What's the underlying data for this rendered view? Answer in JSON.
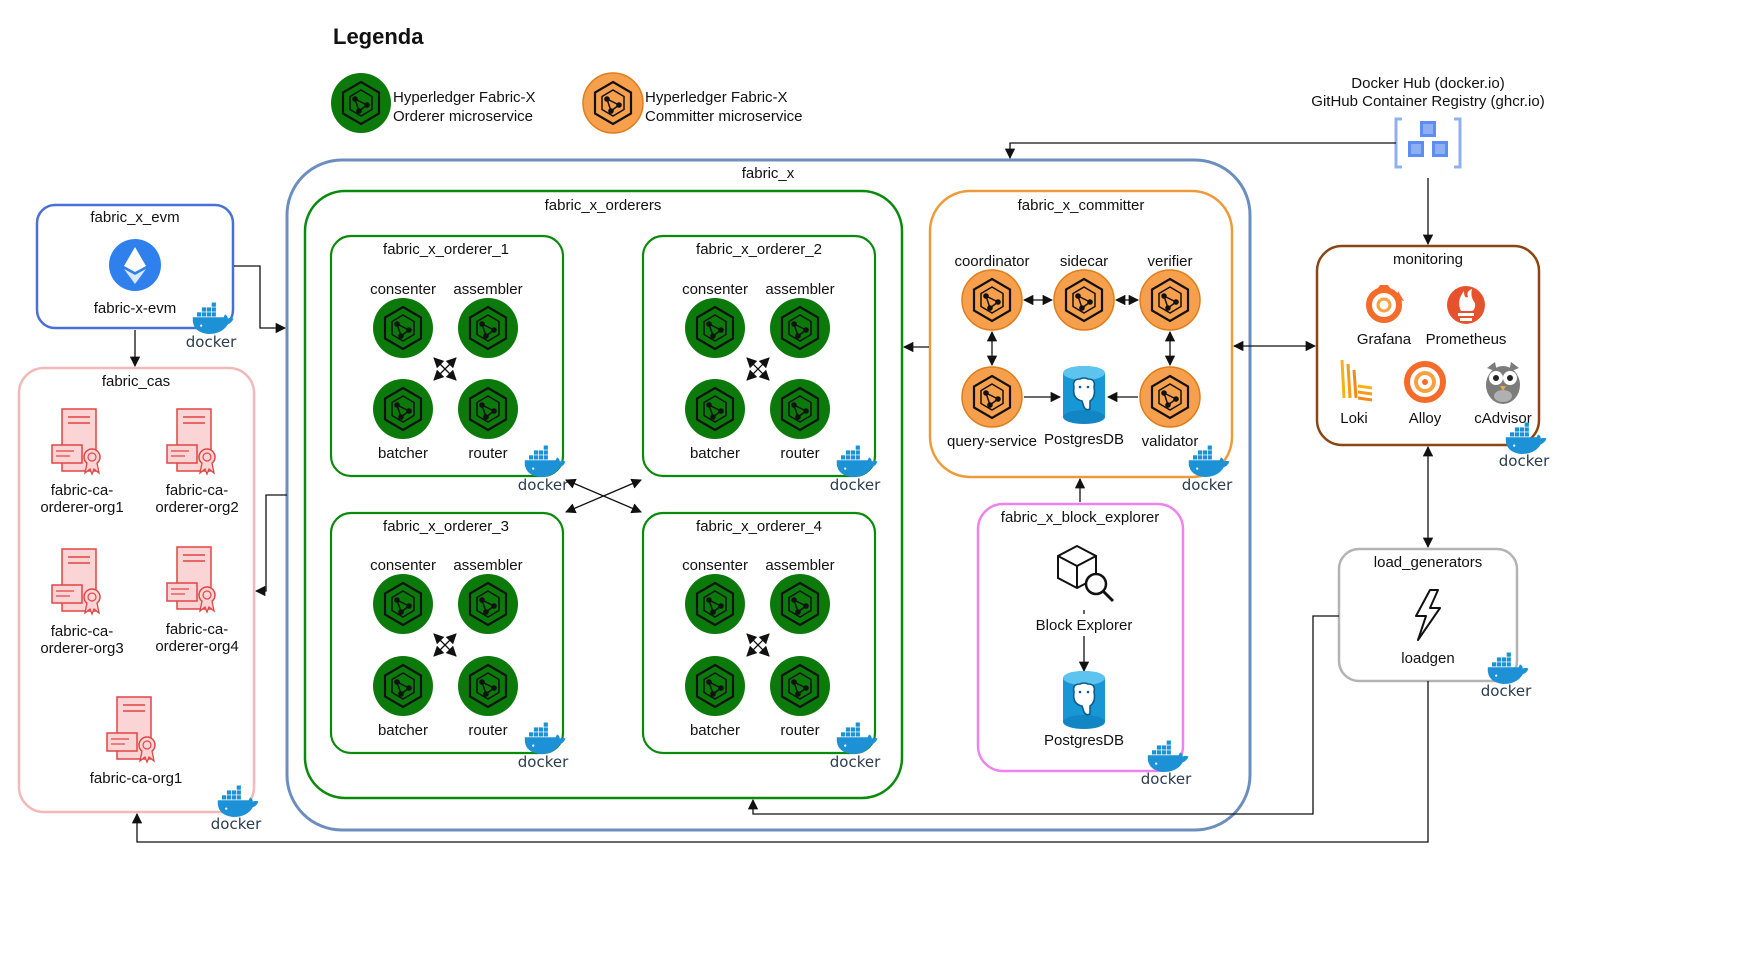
{
  "legend": {
    "title": "Legenda",
    "orderer_line1": "Hyperledger Fabric-X",
    "orderer_line2": "Orderer microservice",
    "committer_line1": "Hyperledger Fabric-X",
    "committer_line2": "Committer microservice"
  },
  "registry": {
    "line1": "Docker Hub (docker.io)",
    "line2": "GitHub Container Registry (ghcr.io)"
  },
  "docker_label": "docker",
  "fabric_x": {
    "title": "fabric_x"
  },
  "orderers": {
    "title": "fabric_x_orderers",
    "groups": [
      {
        "title": "fabric_x_orderer_1"
      },
      {
        "title": "fabric_x_orderer_2"
      },
      {
        "title": "fabric_x_orderer_3"
      },
      {
        "title": "fabric_x_orderer_4"
      }
    ],
    "consenter": "consenter",
    "assembler": "assembler",
    "batcher": "batcher",
    "router": "router"
  },
  "committer": {
    "title": "fabric_x_committer",
    "coordinator": "coordinator",
    "sidecar": "sidecar",
    "verifier": "verifier",
    "query_service": "query-service",
    "postgres": "PostgresDB",
    "validator": "validator"
  },
  "explorer": {
    "title": "fabric_x_block_explorer",
    "block_explorer": "Block Explorer",
    "postgres": "PostgresDB"
  },
  "evm": {
    "title": "fabric_x_evm",
    "service": "fabric-x-evm"
  },
  "cas": {
    "title": "fabric_cas",
    "ca1_l1": "fabric-ca-",
    "ca1_l2": "orderer-org1",
    "ca2_l1": "fabric-ca-",
    "ca2_l2": "orderer-org2",
    "ca3_l1": "fabric-ca-",
    "ca3_l2": "orderer-org3",
    "ca4_l1": "fabric-ca-",
    "ca4_l2": "orderer-org4",
    "ca5": "fabric-ca-org1"
  },
  "monitoring": {
    "title": "monitoring",
    "grafana": "Grafana",
    "prometheus": "Prometheus",
    "loki": "Loki",
    "alloy": "Alloy",
    "cadvisor": "cAdvisor"
  },
  "loadgen": {
    "title": "load_generators",
    "service": "loadgen"
  },
  "colors": {
    "orderer_green": "#0b7a0b",
    "orderer_border": "#0a8a0a",
    "committer_orange": "#f6a04e",
    "committer_border": "#ef9a3a",
    "fabric_x_border": "#6c8ebf",
    "evm_border": "#4a6fd6",
    "cas_border": "#f4b8b8",
    "explorer_border": "#ee82ee",
    "monitoring_border": "#8b4513",
    "loadgen_border": "#b3b3b3",
    "docker_blue": "#1d91d6"
  }
}
